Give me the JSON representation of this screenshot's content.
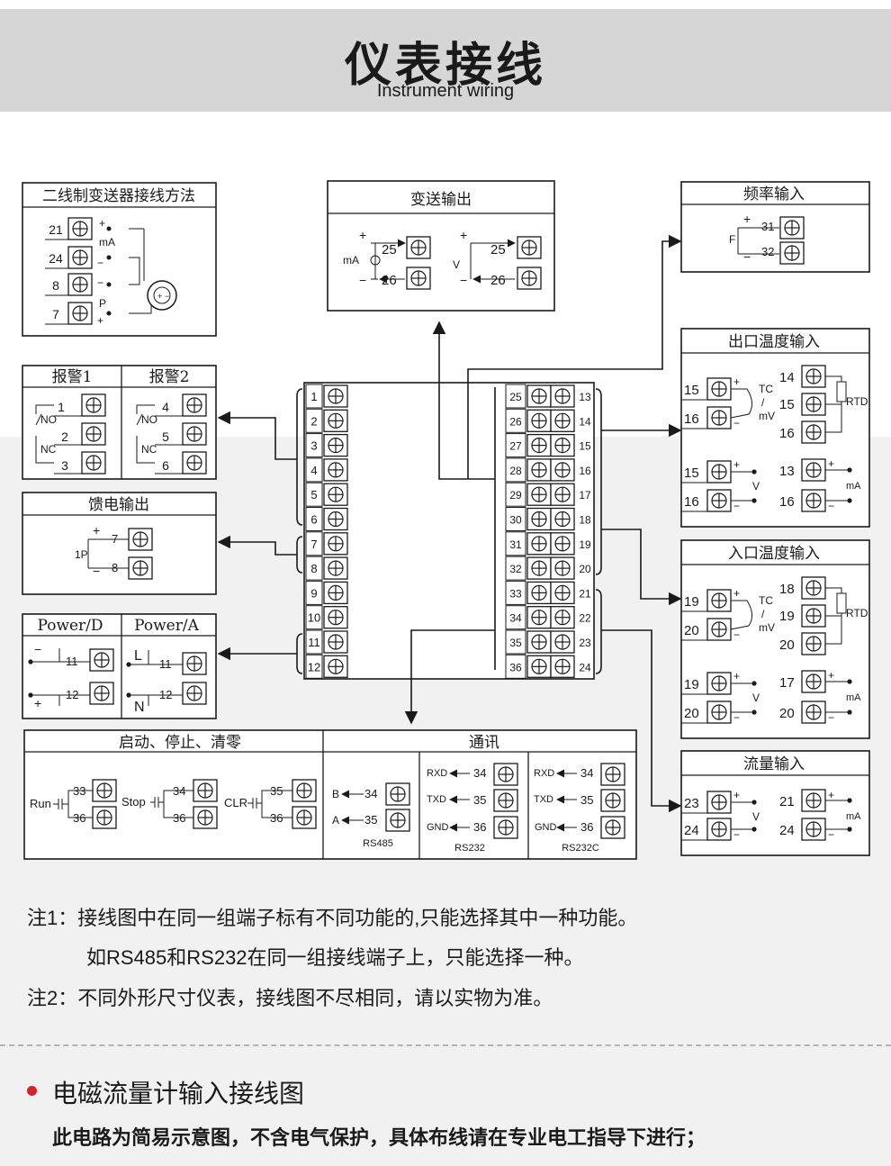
{
  "header": {
    "title": "仪表接线",
    "subtitle": "Instrument wiring"
  },
  "panels": {
    "two_wire": {
      "title": "二线制变送器接线方法",
      "terminals": [
        "21",
        "24",
        "8",
        "7"
      ],
      "labels": {
        "ma": "mA",
        "p": "P"
      }
    },
    "transmit": {
      "title": "变送输出",
      "ma": "mA",
      "v": "V",
      "terminals": [
        "25",
        "26"
      ]
    },
    "freq": {
      "title": "频率输入",
      "f": "F",
      "terminals": [
        "31",
        "32"
      ]
    },
    "outlet_temp": {
      "title": "出口温度输入",
      "tc": "TC",
      "mv": "mV",
      "rtd": "RTD",
      "v": "V",
      "ma": "mA",
      "terminals": [
        "14",
        "15",
        "16",
        "13"
      ]
    },
    "inlet_temp": {
      "title": "入口温度输入",
      "tc": "TC",
      "mv": "mV",
      "rtd": "RTD",
      "v": "V",
      "ma": "mA",
      "terminals": [
        "18",
        "19",
        "20",
        "17"
      ]
    },
    "flow": {
      "title": "流量输入",
      "v": "V",
      "ma": "mA",
      "terminals": [
        "23",
        "24",
        "21"
      ]
    },
    "alarm": {
      "title1": "报警1",
      "title2": "报警2",
      "no": "NO",
      "nc": "NC",
      "terminals": [
        "1",
        "2",
        "3",
        "4",
        "5",
        "6"
      ]
    },
    "feed": {
      "title": "馈电输出",
      "label": "1P",
      "terminals": [
        "7",
        "8"
      ]
    },
    "power": {
      "title_d": "Power/D",
      "title_a": "Power/A",
      "l": "L",
      "n": "N",
      "terminals": [
        "11",
        "12"
      ]
    },
    "start": {
      "title": "启动、停止、清零",
      "run": "Run",
      "stop": "Stop",
      "clr": "CLR",
      "terminals": [
        "33",
        "36",
        "34",
        "35"
      ]
    },
    "comm": {
      "title": "通讯",
      "b": "B",
      "a": "A",
      "rxd": "RXD",
      "txd": "TXD",
      "gnd": "GND",
      "rs485": "RS485",
      "rs232": "RS232",
      "rs232c": "RS232C",
      "terminals": [
        "34",
        "35",
        "36"
      ]
    }
  },
  "center": {
    "left_column": [
      "1",
      "2",
      "3",
      "4",
      "5",
      "6",
      "7",
      "8",
      "9",
      "10",
      "11",
      "12"
    ],
    "right_column_left": [
      "25",
      "26",
      "27",
      "28",
      "29",
      "30",
      "31",
      "32",
      "33",
      "34",
      "35",
      "36"
    ],
    "right_column_right": [
      "13",
      "14",
      "15",
      "16",
      "17",
      "18",
      "19",
      "20",
      "21",
      "22",
      "23",
      "24"
    ]
  },
  "notes": {
    "n1": "注1：接线图中在同一组端子标有不同功能的,只能选择其中一种功能。",
    "n1b": "如RS485和RS232在同一组接线端子上，只能选择一种。",
    "n2": "注2：不同外形尺寸仪表，接线图不尽相同，请以实物为准。"
  },
  "section": {
    "heading": "电磁流量计输入接线图",
    "desc": "此电路为简易示意图，不含电气保护，具体布线请在专业电工指导下进行；"
  },
  "colors": {
    "accent_dot": "#d5222a",
    "band": "#d6d6d6"
  }
}
